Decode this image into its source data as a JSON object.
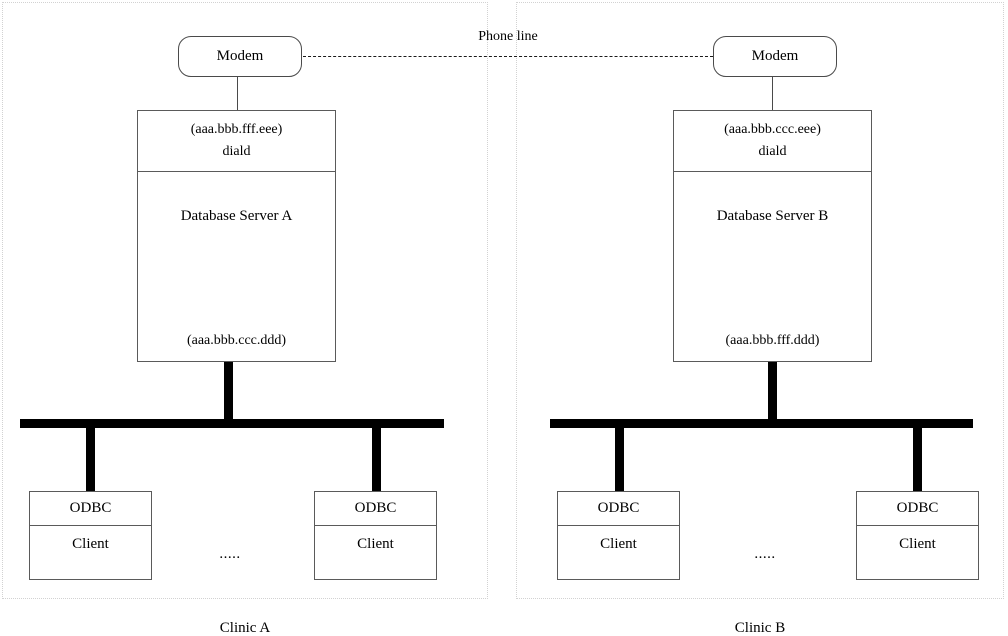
{
  "diagram": {
    "phone_line_label": "Phone line",
    "clinics": [
      {
        "caption": "Clinic A",
        "modem_label": "Modem",
        "server": {
          "ip_top": "(aaa.bbb.fff.eee)",
          "daemon": "diald",
          "title": "Database Server A",
          "ip_bottom": "(aaa.bbb.ccc.ddd)"
        },
        "ellipsis": ".....",
        "clients": [
          {
            "interface": "ODBC",
            "role": "Client"
          },
          {
            "interface": "ODBC",
            "role": "Client"
          }
        ]
      },
      {
        "caption": "Clinic B",
        "modem_label": "Modem",
        "server": {
          "ip_top": "(aaa.bbb.ccc.eee)",
          "daemon": "diald",
          "title": "Database Server B",
          "ip_bottom": "(aaa.bbb.fff.ddd)"
        },
        "ellipsis": ".....",
        "clients": [
          {
            "interface": "ODBC",
            "role": "Client"
          },
          {
            "interface": "ODBC",
            "role": "Client"
          }
        ]
      }
    ]
  }
}
